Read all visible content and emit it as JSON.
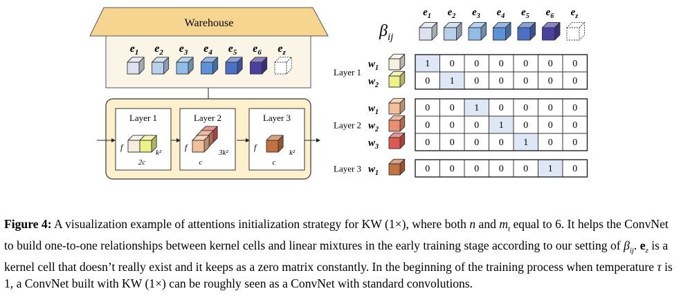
{
  "warehouse": {
    "title": "Warehouse"
  },
  "cells": [
    {
      "sym": "e",
      "sub": "1",
      "color": "#dce3ee"
    },
    {
      "sym": "e",
      "sub": "2",
      "color": "#b9d0ec"
    },
    {
      "sym": "e",
      "sub": "3",
      "color": "#8fbde6"
    },
    {
      "sym": "e",
      "sub": "4",
      "color": "#5a93d8"
    },
    {
      "sym": "e",
      "sub": "5",
      "color": "#4b70c6"
    },
    {
      "sym": "e",
      "sub": "6",
      "color": "#4a40a0"
    },
    {
      "sym": "e",
      "sub": "z",
      "color": "none"
    }
  ],
  "beta_label": {
    "sym": "β",
    "sub": "ij"
  },
  "network_layers": [
    {
      "title": "Layer 1",
      "in_dim": "f",
      "out_dim": "2c",
      "depth": "k²"
    },
    {
      "title": "Layer 2",
      "in_dim": "f",
      "out_dim": "c",
      "depth": "3k²"
    },
    {
      "title": "Layer 3",
      "in_dim": "f",
      "out_dim": "c",
      "depth": "k²"
    }
  ],
  "matrix_groups": [
    {
      "label": "Layer 1",
      "rows": [
        {
          "w": "w",
          "sub": "1",
          "color": "#f6f1de",
          "values": [
            1,
            0,
            0,
            0,
            0,
            0,
            0
          ]
        },
        {
          "w": "w",
          "sub": "2",
          "color": "#eef088",
          "values": [
            0,
            1,
            0,
            0,
            0,
            0,
            0
          ]
        }
      ]
    },
    {
      "label": "Layer 2",
      "rows": [
        {
          "w": "w",
          "sub": "1",
          "color": "#f2bf98",
          "values": [
            0,
            0,
            1,
            0,
            0,
            0,
            0
          ]
        },
        {
          "w": "w",
          "sub": "2",
          "color": "#e89070",
          "values": [
            0,
            0,
            0,
            1,
            0,
            0,
            0
          ]
        },
        {
          "w": "w",
          "sub": "3",
          "color": "#dc5a52",
          "values": [
            0,
            0,
            0,
            0,
            1,
            0,
            0
          ]
        }
      ]
    },
    {
      "label": "Layer 3",
      "rows": [
        {
          "w": "w",
          "sub": "1",
          "color": "#c47040",
          "values": [
            0,
            0,
            0,
            0,
            0,
            1,
            0
          ]
        }
      ]
    }
  ],
  "caption": {
    "figure_label": "Figure 4:",
    "text": "A visualization example of attentions initialization strategy for KW (1×), where both n and mt equal to 6. It helps the ConvNet to build one-to-one relationships between kernel cells and linear mixtures in the early training stage according to our setting of βij. ez is a kernel cell that doesn’t really exist and it keeps as a zero matrix constantly. In the beginning of the training process when temperature τ is 1, a ConvNet built with KW (1×) can be roughly seen as a ConvNet with standard convolutions."
  }
}
